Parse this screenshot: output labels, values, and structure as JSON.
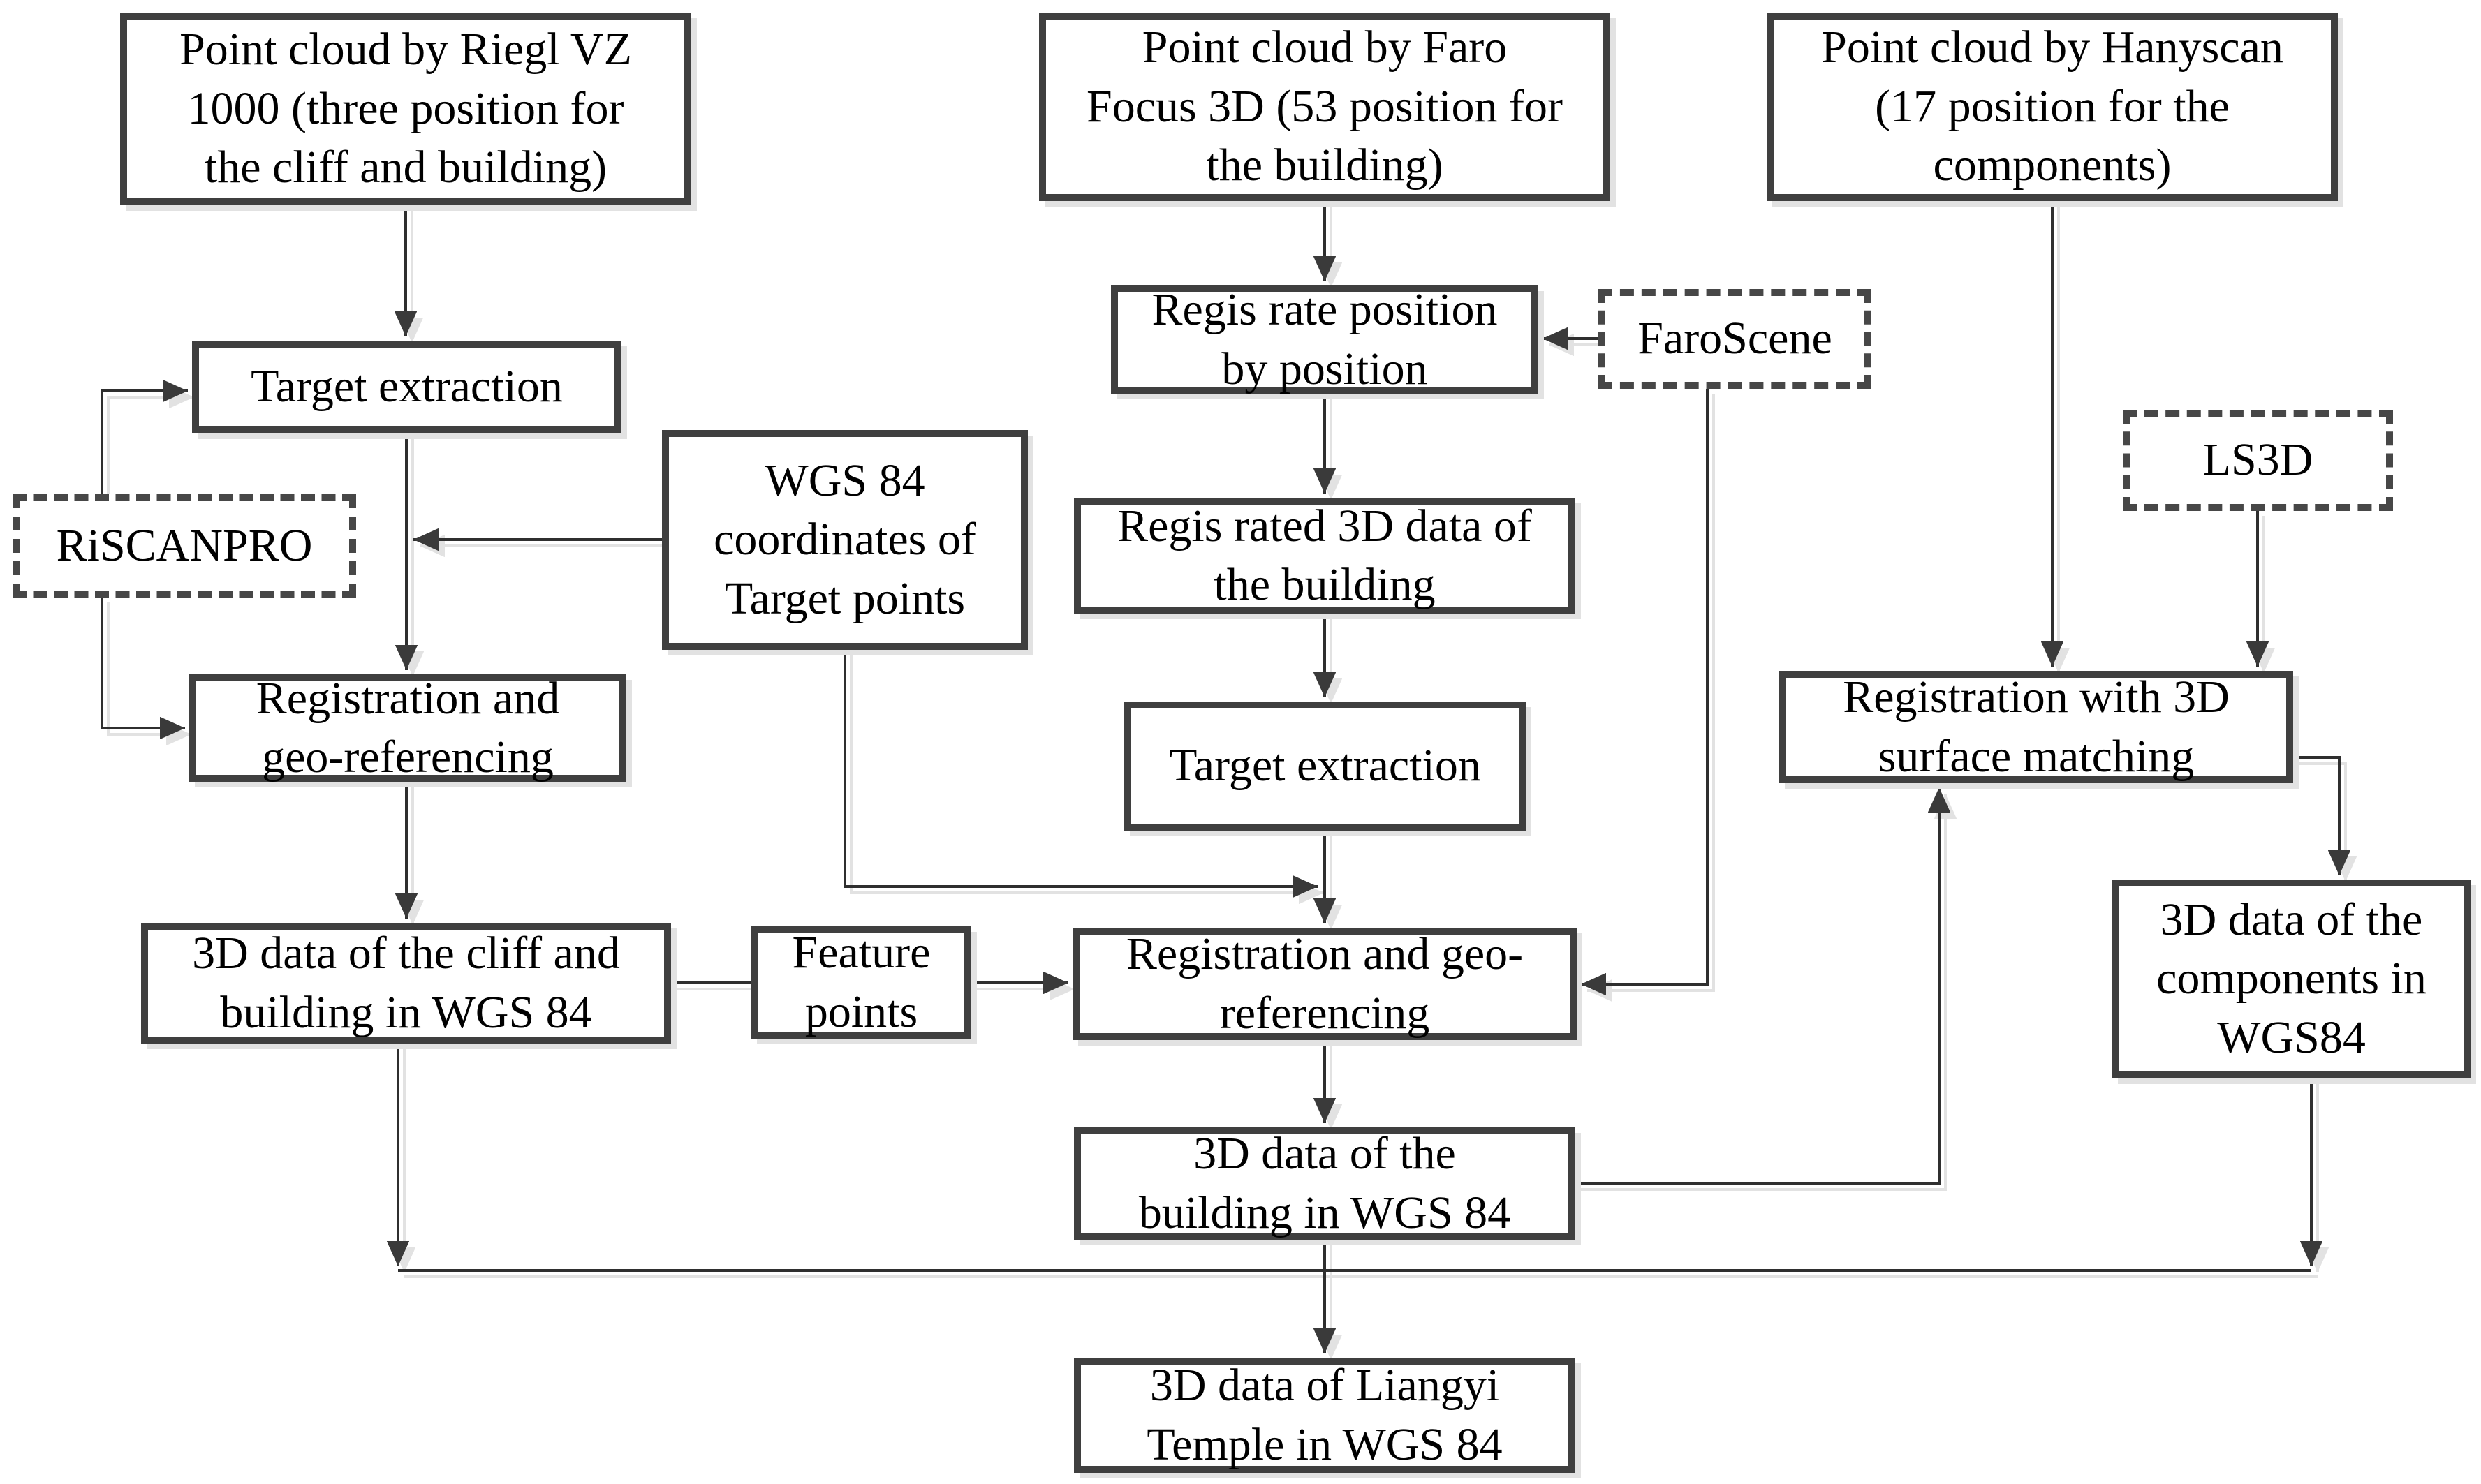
{
  "diagram": {
    "colors": {
      "background": "#ffffff",
      "box_border": "#3f3f3f",
      "line": "#2f2f2f",
      "arrowhead": "#3a3a3a",
      "text": "#000000",
      "shadow": "#e2e2e2"
    },
    "nodes": {
      "riegl": {
        "label": [
          "Point cloud by Riegl VZ",
          "1000 (three position for",
          "the cliff and building)"
        ],
        "style": "solid"
      },
      "faro": {
        "label": [
          "Point cloud by Faro",
          "Focus 3D (53 position for",
          "the building)"
        ],
        "style": "solid"
      },
      "hanyscan": {
        "label": [
          "Point cloud by Hanyscan",
          "(17 position for the",
          "components)"
        ],
        "style": "solid"
      },
      "target_extraction_left": {
        "label": [
          "Target extraction"
        ],
        "style": "solid"
      },
      "riscanpro": {
        "label": [
          "RiSCANPRO"
        ],
        "style": "dashed"
      },
      "wgs84_coords": {
        "label": [
          "WGS 84",
          "coordinates of",
          "Target points"
        ],
        "style": "solid"
      },
      "regis_rate": {
        "label": [
          "Regis rate position",
          "by position"
        ],
        "style": "solid"
      },
      "faroscene": {
        "label": [
          "FaroScene"
        ],
        "style": "dashed"
      },
      "regis_rated": {
        "label": [
          "Regis rated 3D data of",
          "the building"
        ],
        "style": "solid"
      },
      "ls3d": {
        "label": [
          "LS3D"
        ],
        "style": "dashed"
      },
      "registration_left": {
        "label": [
          "Registration and",
          "geo-referencing"
        ],
        "style": "solid"
      },
      "registration_matching": {
        "label": [
          "Registration with 3D",
          "surface matching"
        ],
        "style": "solid"
      },
      "target_extraction_mid": {
        "label": [
          "Target extraction"
        ],
        "style": "solid"
      },
      "cliff_3d": {
        "label": [
          "3D data of the cliff and",
          "building in WGS 84"
        ],
        "style": "solid"
      },
      "feature_points": {
        "label": [
          "Feature",
          "points"
        ],
        "style": "solid"
      },
      "registration_mid": {
        "label": [
          "Registration and geo-",
          "referencing"
        ],
        "style": "solid"
      },
      "components_3d": {
        "label": [
          "3D data of the",
          "components in",
          "WGS84"
        ],
        "style": "solid"
      },
      "building_3d": {
        "label": [
          "3D data of the",
          "building in WGS 84"
        ],
        "style": "solid"
      },
      "liangyi": {
        "label": [
          "3D data of Liangyi",
          "Temple in WGS 84"
        ],
        "style": "solid"
      }
    }
  }
}
